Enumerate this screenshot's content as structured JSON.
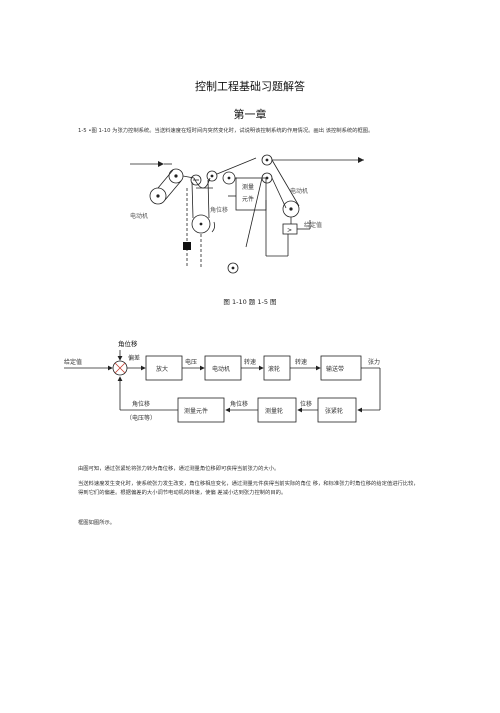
{
  "doc": {
    "title": "控制工程基础习题解答",
    "chapter": "第一章",
    "problem_text": "1-5 •图 1-10 为张力控制系统。当送料速度在短时间内突然变化时，试说明该控制系统的作用情况。画出 该控制系统的框图。",
    "figure_caption": "图 1-10 题 1-5 图",
    "answer_p1": "由图可知，通过张紧轮将张力转为角位移，通过测量角位移即可获得当前张力的大小。",
    "answer_p2": "当送料速度发生变化时，使系统张力发生改变，角位移相应变化，通过测量元件获得当前实际的角位 移，和标准张力时角位移的给定值进行比较，得到它们的偏差。根据偏差的大小调节电动机的转速，使偏 差减小达到张力控制的目的。",
    "answer_p3": "框图如图所示。"
  },
  "fig1": {
    "measure_label_1": "测量",
    "measure_label_2": "元件",
    "motor_left": "电动机",
    "motor_right": "电动机",
    "angle": "角位移",
    "setpoint": "给定值",
    "amp_symbol": ">"
  },
  "fig2": {
    "setpoint": "给定值",
    "angle_top": "角位移",
    "deviation": "偏差",
    "amplifier": "放大",
    "voltage": "电压",
    "motor": "电动机",
    "speed1": "转速",
    "roller": "滚轮",
    "speed2": "转速",
    "conveyor": "输送带",
    "tension": "张力",
    "tension_pulley": "张紧轮",
    "displacement": "位移",
    "measure_pulley": "测量轮",
    "angle_mid": "角位移",
    "measure_elem": "测量元件",
    "angle_fb": "角位移",
    "voltage_etc": "（电压等）"
  }
}
